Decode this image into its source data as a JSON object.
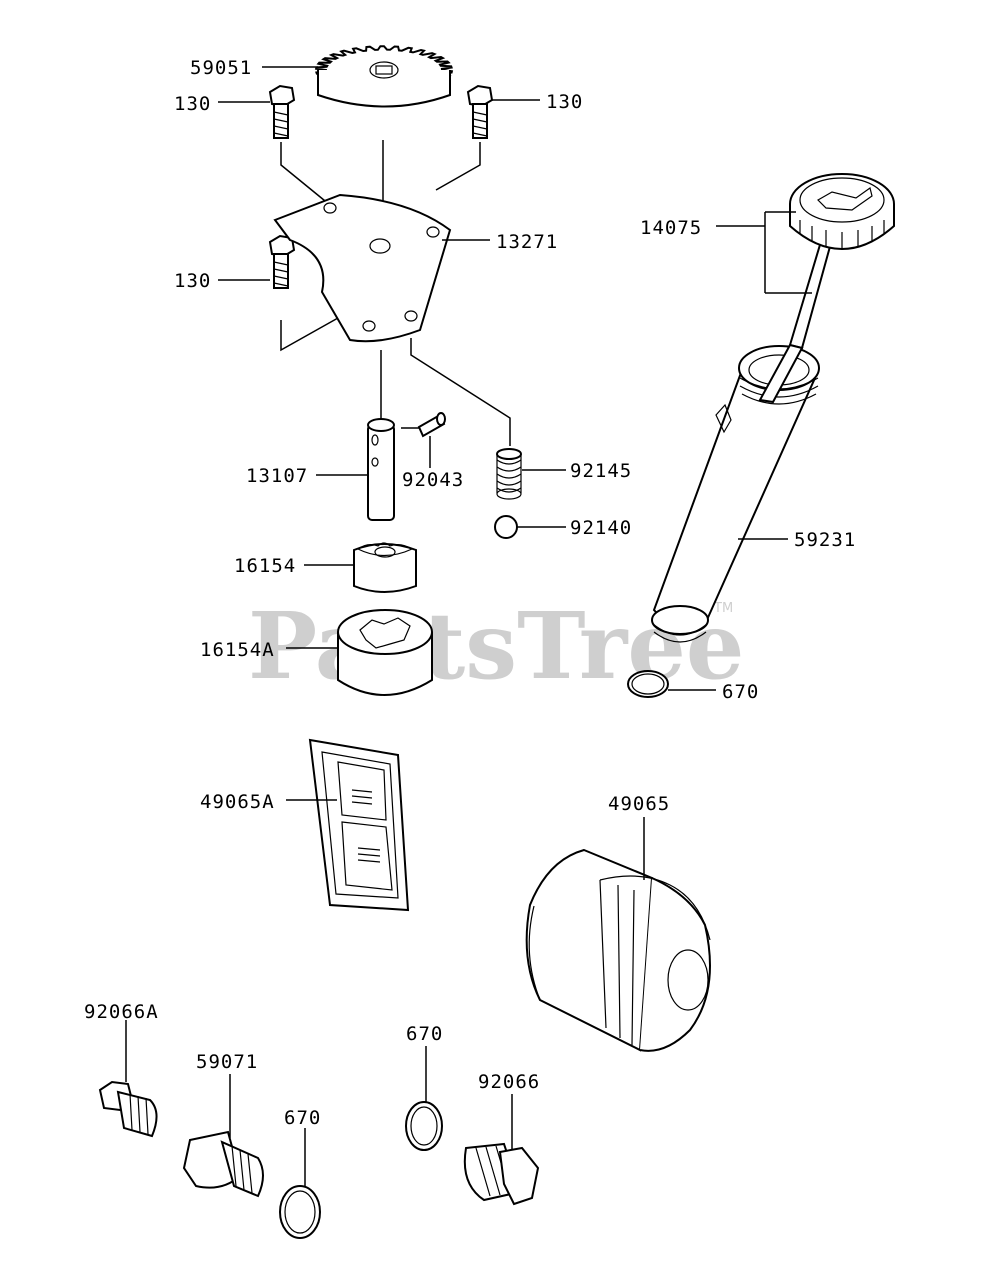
{
  "watermark": {
    "brand": "PartsTree",
    "trademark": "TM"
  },
  "labels": {
    "p59051": "59051",
    "p130_a": "130",
    "p130_b": "130",
    "p130_c": "130",
    "p13271": "13271",
    "p14075": "14075",
    "p13107": "13107",
    "p92043": "92043",
    "p92145": "92145",
    "p92140": "92140",
    "p59231": "59231",
    "p16154": "16154",
    "p16154A": "16154A",
    "p670_a": "670",
    "p49065A": "49065A",
    "p49065": "49065",
    "p92066A": "92066A",
    "p59071": "59071",
    "p670_b": "670",
    "p670_c": "670",
    "p92066": "92066"
  }
}
